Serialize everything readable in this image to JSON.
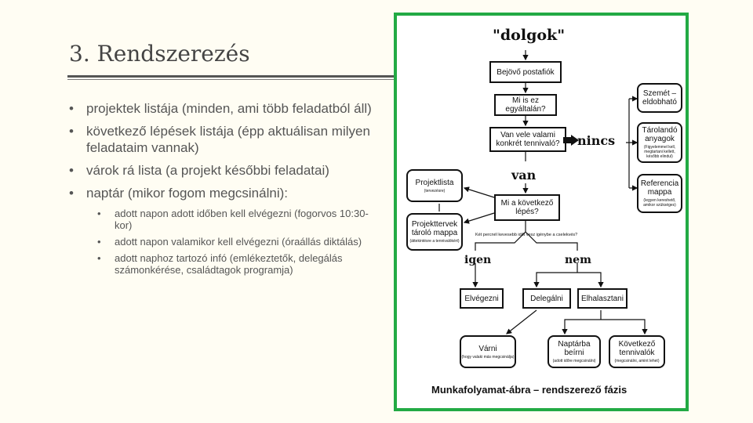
{
  "slide": {
    "title": "3. Rendszerezés",
    "bullets": [
      "projektek listája (minden, ami több feladatból áll)",
      "következő  lépések listája (épp aktuálisan milyen feladataim vannak)",
      "várok rá lista (a projekt későbbi feladatai)",
      "naptár (mikor fogom megcsinálni):"
    ],
    "sub_bullets": [
      "adott napon adott időben kell elvégezni (fogorvos 10:30-kor)",
      "adott napon valamikor kell elvégezni (óraállás diktálás)",
      "adott naphoz tartozó infó (emlékeztetők, delegálás számonkérése, családtagok programja)"
    ],
    "bullet_glyph": "•"
  },
  "diagram": {
    "top_label": "\"dolgok\"",
    "inbox": "Bejövő postafiók",
    "what_is": "Mi is ez egyáltalán?",
    "actionable": "Van vele valami konkrét tennivaló?",
    "nincs": "nincs",
    "van": "van",
    "trash": "Szemét – eldobható",
    "storage": "Tárolandó anyagok",
    "storage_note": "(Figyelemmel kell, megtartani kellett, később elindul)",
    "reference": "Referencia mappa",
    "reference_note": "(legyen kereshető, amikor szükséges)",
    "projects": "Projektlista",
    "projects_note": "(tervezésre)",
    "project_plans": "Projekttervek tároló mappa",
    "project_plans_note": "(áttekintésre a tennivalókért)",
    "next_step": "Mi a következő lépés?",
    "two_min_note": "Két percnél kevesebb időt vesz igénybe a cselekvés?",
    "igen": "igen",
    "nem": "nem",
    "do_it": "Elvégezni",
    "delegate": "Delegálni",
    "defer": "Elhalasztani",
    "waiting": "Várni",
    "waiting_note": "(hogy valaki más megcsinálja)",
    "calendar": "Naptárba beírni",
    "calendar_note": "(adott időre megcsinálni)",
    "next_actions": "Következő tennivalók",
    "next_actions_note": "(megcsinálni, amint lehet)",
    "caption": "Munkafolyamat-ábra – rendszerező fázis"
  },
  "colors": {
    "frame": "#22aa44",
    "background": "#fffdf3",
    "text": "#555555"
  }
}
